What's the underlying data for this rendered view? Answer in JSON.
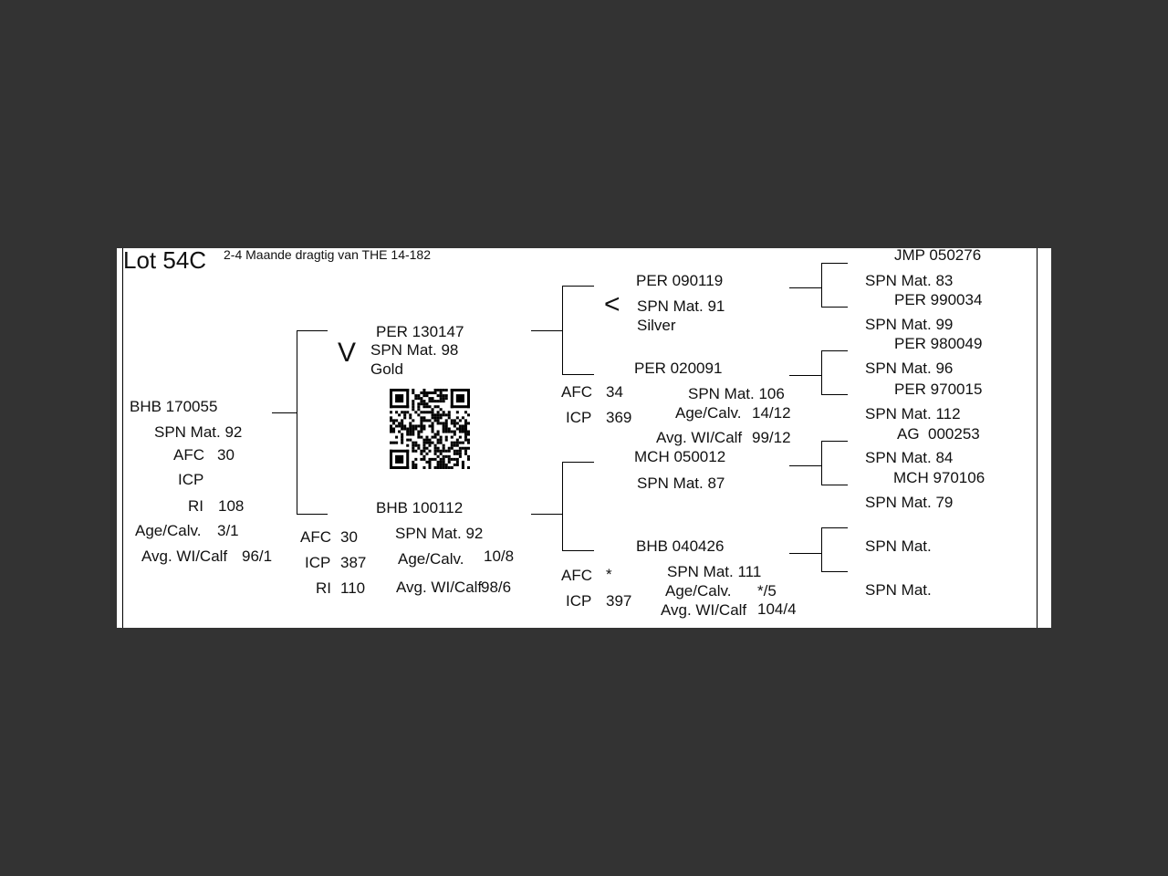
{
  "header": {
    "lot": "Lot 54C",
    "note": "2-4 Maande dragtig van THE 14-182"
  },
  "animal": {
    "id": "BHB 170055",
    "spn": "SPN Mat. 92",
    "afc_label": "AFC",
    "afc_value": "30",
    "icp_label": "ICP",
    "ri_label": "RI",
    "ri_value": "108",
    "agecalv_label": "Age/Calv.",
    "agecalv_value": "3/1",
    "avgwi_label": "Avg. WI/Calf",
    "avgwi_value": "96/1"
  },
  "sire": {
    "symbol": "V",
    "id": "PER 130147",
    "spn": "SPN Mat. 98",
    "grade": "Gold"
  },
  "dam": {
    "id": "BHB 100112",
    "spn": "SPN Mat. 92",
    "afc_label": "AFC",
    "afc_value": "30",
    "icp_label": "ICP",
    "icp_value": "387",
    "ri_label": "RI",
    "ri_value": "110",
    "agecalv_label": "Age/Calv.",
    "agecalv_value": "10/8",
    "avgwi_label": "Avg. WI/Calf",
    "avgwi_value": "98/6"
  },
  "gen2": {
    "ss": {
      "id": "PER 090119",
      "symbol": "<",
      "spn": "SPN Mat. 91",
      "grade": "Silver"
    },
    "sd": {
      "id": "PER 020091",
      "afc_label": "AFC",
      "afc_value": "34",
      "icp_label": "ICP",
      "icp_value": "369",
      "spn": "SPN Mat. 106",
      "agecalv_label": "Age/Calv.",
      "agecalv_value": "14/12",
      "avgwi_label": "Avg. WI/Calf",
      "avgwi_value": "99/12"
    },
    "ds": {
      "id": "MCH 050012",
      "spn": "SPN Mat. 87"
    },
    "dd": {
      "id": "BHB 040426",
      "afc_label": "AFC",
      "afc_value": "*",
      "icp_label": "ICP",
      "icp_value": "397",
      "spn": "SPN Mat. 111",
      "agecalv_label": "Age/Calv.",
      "agecalv_value": "*/5",
      "avgwi_label": "Avg. WI/Calf",
      "avgwi_value": "104/4"
    }
  },
  "gen3": [
    {
      "id": "JMP 050276",
      "spn": "SPN Mat. 83"
    },
    {
      "id": "PER 990034",
      "spn": "SPN Mat. 99"
    },
    {
      "id": "PER 980049",
      "spn": "SPN Mat. 96"
    },
    {
      "id": "PER 970015",
      "spn": "SPN Mat. 112"
    },
    {
      "id": "AG  000253",
      "spn": "SPN Mat. 84"
    },
    {
      "id": "MCH 970106",
      "spn": "SPN Mat. 79"
    },
    {
      "id": "",
      "spn": "SPN Mat."
    },
    {
      "id": "",
      "spn": "SPN Mat."
    }
  ]
}
